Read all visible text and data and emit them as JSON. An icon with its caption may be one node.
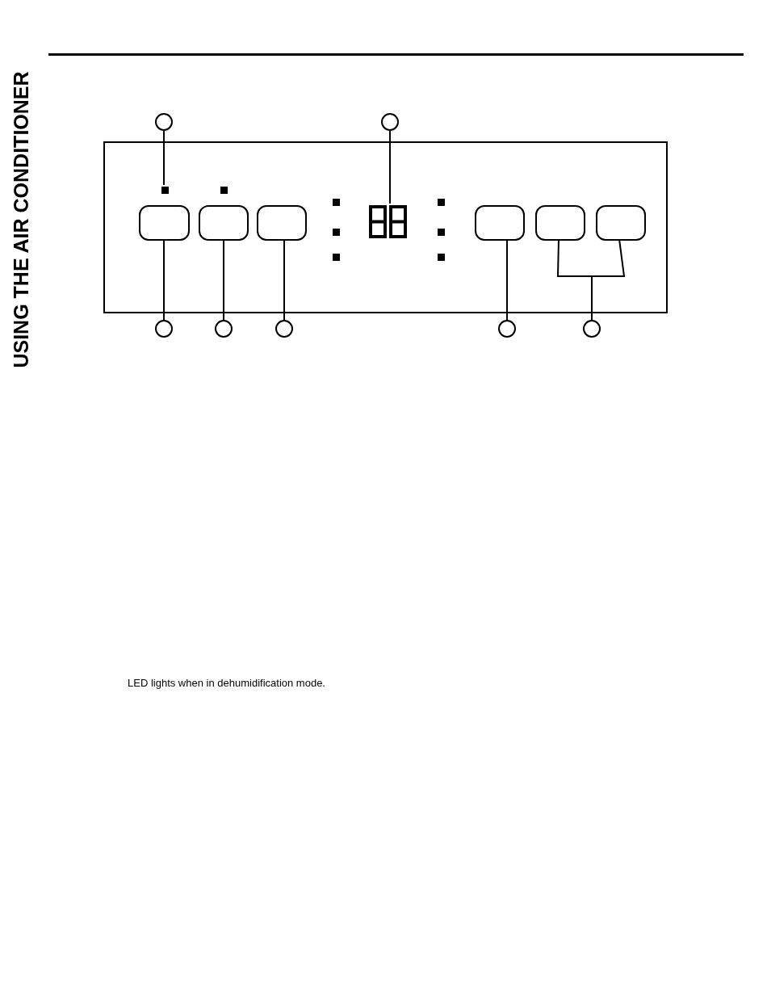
{
  "diagram": {
    "title": "USING THE AIR CONDITIONER",
    "nodes": [
      {
        "text": [],
        "shape": "box"
      },
      {
        "text": [],
        "shape": "square",
        "in": 0
      },
      {
        "text": [],
        "shape": "square",
        "in": 0
      },
      {
        "text": [],
        "shape": "button",
        "in": 0
      },
      {
        "text": [],
        "shape": "button",
        "in": 0
      },
      {
        "text": [],
        "shape": "button",
        "in": 0
      },
      {
        "text": [],
        "shape": "square",
        "in": 0
      },
      {
        "text": [],
        "shape": "square",
        "in": 0
      },
      {
        "text": [],
        "shape": "square",
        "in": 0
      },
      {
        "text": [],
        "shape": "display",
        "in": 0
      },
      {
        "text": [],
        "shape": "square",
        "in": 0
      },
      {
        "text": [],
        "shape": "square",
        "in": 0
      },
      {
        "text": [],
        "shape": "square",
        "in": 0
      },
      {
        "text": [],
        "shape": "button",
        "in": 0
      },
      {
        "text": [],
        "shape": "button",
        "in": 0
      },
      {
        "text": [],
        "shape": "button",
        "in": 0
      },
      {
        "text": [],
        "shape": "circle"
      },
      {
        "text": [],
        "shape": "circle"
      },
      {
        "text": [],
        "shape": "circle"
      },
      {
        "text": [],
        "shape": "circle"
      },
      {
        "text": [],
        "shape": "circle"
      },
      {
        "text": [],
        "shape": "circle"
      },
      {
        "text": [],
        "shape": "circle"
      }
    ],
    "edges": [
      {
        "from": 16,
        "to": 1,
        "arrow": "none"
      },
      {
        "from": 17,
        "to": 9,
        "arrow": "none"
      },
      {
        "from": 18,
        "to": 3,
        "arrow": "none"
      },
      {
        "from": 19,
        "to": 4,
        "arrow": "none"
      },
      {
        "from": 20,
        "to": 5,
        "arrow": "none"
      },
      {
        "from": 21,
        "to": 13,
        "arrow": "none"
      },
      {
        "from": 22,
        "to": 14,
        "arrow": "none"
      },
      {
        "from": 22,
        "to": 15,
        "arrow": "none"
      }
    ],
    "labels": [
      "LED lights when in dehumidification mode."
    ]
  }
}
